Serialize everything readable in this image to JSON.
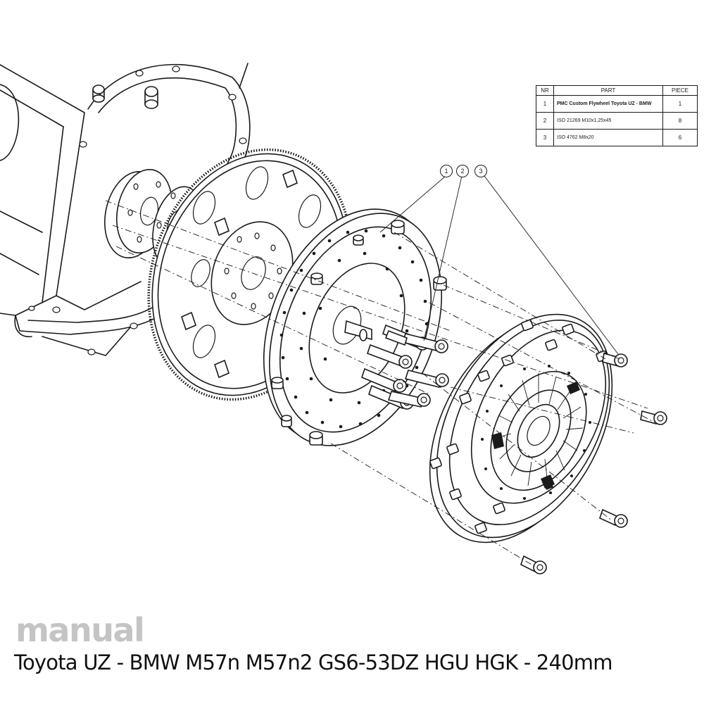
{
  "parts_table": {
    "headers": {
      "nr": "NR",
      "part": "PART",
      "piece": "PIECE"
    },
    "rows": [
      {
        "nr": "1",
        "part": "PMC Custom Flywheel Toyota UZ - BMW",
        "piece": "1"
      },
      {
        "nr": "2",
        "part": "ISO 21269 M10x1,25x45",
        "piece": "8"
      },
      {
        "nr": "3",
        "part": "ISO 4762 M8x20",
        "piece": "6"
      }
    ]
  },
  "callouts": [
    "1",
    "2",
    "3"
  ],
  "labels": {
    "category": "manual",
    "title": "Toyota UZ - BMW M57n M57n2 GS6-53DZ HGU HGK - 240mm"
  },
  "colors": {
    "line": "#1a1a1a",
    "category_text": "#c4c4c4",
    "title_text": "#111111"
  }
}
